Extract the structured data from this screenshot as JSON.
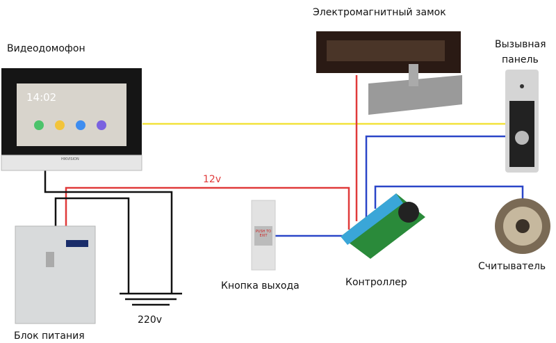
{
  "labels": {
    "monitor": "Видеодомофон",
    "lock": "Электромагнитный замок",
    "panel_line1": "Вызывная",
    "panel_line2": "панель",
    "reader": "Считыватель",
    "controller": "Контроллер",
    "exit_button": "Кнопка выхода",
    "power_supply": "Блок питания",
    "voltage_12": "12v",
    "voltage_220": "220v"
  },
  "monitor_screen": {
    "time": "14:02",
    "brand": "HIKVISION"
  },
  "exit_button_text": "PUSH TO EXIT",
  "wire_colors": {
    "video": "#f2e23a",
    "power": "#e03a3a",
    "signal": "#2b46c8",
    "ground": "#111111"
  }
}
